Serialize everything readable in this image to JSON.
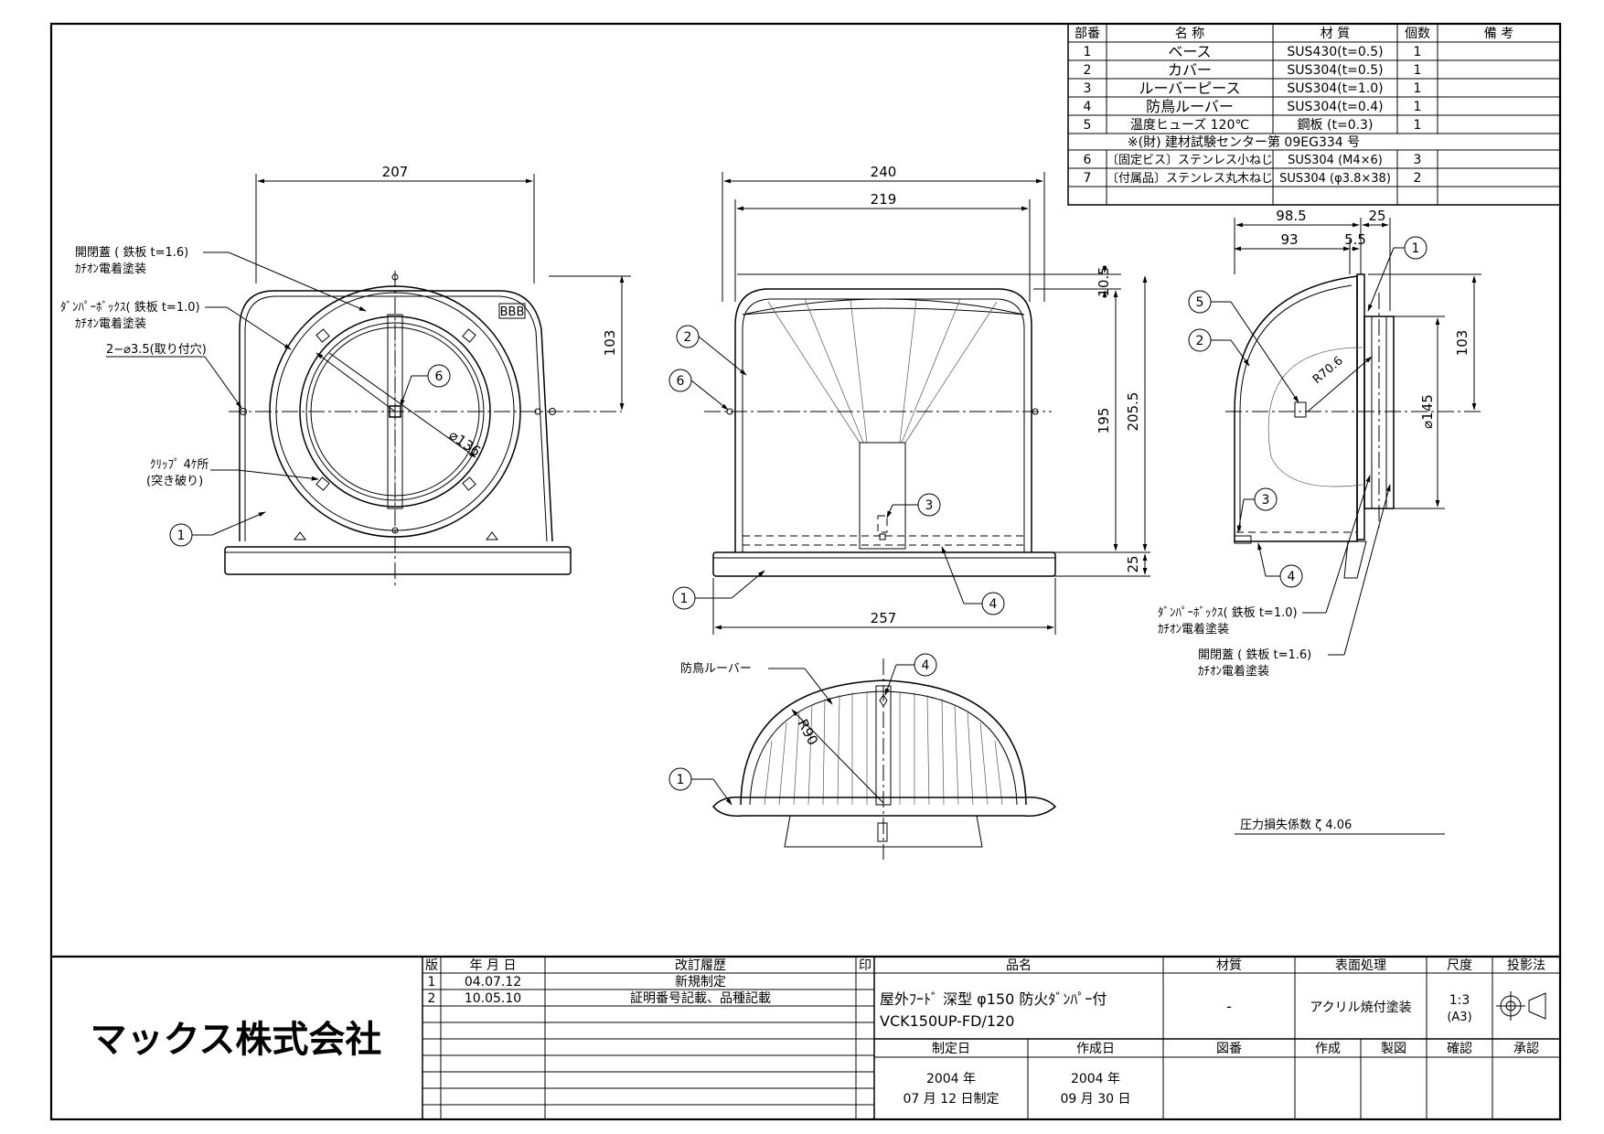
{
  "parts_table": {
    "headers": [
      "部番",
      "名 称",
      "材 質",
      "個数",
      "備 考"
    ],
    "rows": [
      {
        "no": "1",
        "name": "ベース",
        "material": "SUS430(t=0.5)",
        "qty": "1",
        "note": ""
      },
      {
        "no": "2",
        "name": "カバー",
        "material": "SUS304(t=0.5)",
        "qty": "1",
        "note": ""
      },
      {
        "no": "3",
        "name": "ルーバーピース",
        "material": "SUS304(t=1.0)",
        "qty": "1",
        "note": ""
      },
      {
        "no": "4",
        "name": "防鳥ルーバー",
        "material": "SUS304(t=0.4)",
        "qty": "1",
        "note": ""
      },
      {
        "no": "5",
        "name": "温度ヒューズ 120℃",
        "material": "鋼板 (t=0.3)",
        "qty": "1",
        "note": ""
      }
    ],
    "certification": "※(財) 建材試験センター第 09EG334 号",
    "rows2": [
      {
        "no": "6",
        "name": "〔固定ビス〕ステンレス小ねじ",
        "material": "SUS304 (M4×6)",
        "qty": "3",
        "note": ""
      },
      {
        "no": "7",
        "name": "〔付属品〕ステンレス丸木ねじ",
        "material": "SUS304 (φ3.8×38)",
        "qty": "2",
        "note": ""
      }
    ]
  },
  "front_view": {
    "dim_width": "207",
    "dim_height": "103",
    "dim_diameter": "⌀136",
    "label_lid_1": "開閉蓋 ( 鉄板 t=1.6)",
    "label_lid_2": "ｶﾁｵﾝ電着塗装",
    "label_damper_1": "ﾀﾞﾝﾊﾟｰﾎﾞｯｸｽ( 鉄板 t=1.0)",
    "label_damper_2": "ｶﾁｵﾝ電着塗装",
    "label_holes": "2−⌀3.5(取り付穴)",
    "label_clip_1": "ｸﾘｯﾌﾟ 4ｹ所",
    "label_clip_2": "(突き破り)",
    "label_box": "BBB",
    "balloon_6": "6",
    "balloon_1": "1"
  },
  "side_view": {
    "dim_240": "240",
    "dim_219": "219",
    "dim_10_5": "10.5",
    "dim_195": "195",
    "dim_205_5": "205.5",
    "dim_25": "25",
    "dim_257": "257",
    "balloon_2": "2",
    "balloon_6": "6",
    "balloon_3": "3",
    "balloon_1": "1",
    "balloon_4": "4"
  },
  "right_view": {
    "dim_98_5": "98.5",
    "dim_25": "25",
    "dim_93": "93",
    "dim_5_5": "5.5",
    "dim_103": "103",
    "dim_145": "⌀145",
    "dim_r70": "R70.6",
    "balloon_1": "1",
    "balloon_5": "5",
    "balloon_2": "2",
    "balloon_3": "3",
    "balloon_4": "4",
    "label_damper_1": "ﾀﾞﾝﾊﾟｰﾎﾞｯｸｽ( 鉄板 t=1.0)",
    "label_damper_2": "ｶﾁｵﾝ電着塗装",
    "label_lid_1": "開閉蓋 ( 鉄板 t=1.6)",
    "label_lid_2": "ｶﾁｵﾝ電着塗装"
  },
  "bottom_view": {
    "label_louver": "防鳥ルーバー",
    "dim_r90": "R90",
    "balloon_4": "4",
    "balloon_1": "1"
  },
  "pressure": "圧力損失係数 ζ   4.06",
  "title_block": {
    "company": "マックス株式会社",
    "rev_headers": [
      "版",
      "年 月 日",
      "改訂履歴",
      "印"
    ],
    "revisions": [
      {
        "ver": "1",
        "date": "04.07.12",
        "desc": "新規制定"
      },
      {
        "ver": "2",
        "date": "10.05.10",
        "desc": "証明番号記載、品種記載"
      }
    ],
    "product_label": "品名",
    "product_name": "屋外ﾌｰﾄﾞ 深型 φ150 防火ﾀﾞﾝﾊﾟｰ付",
    "product_code": "VCK150UP-FD/120",
    "material_label": "材質",
    "material_value": "-",
    "surface_label": "表面処理",
    "surface_value": "アクリル焼付塗装",
    "scale_label": "尺度",
    "scale_value": "1:3",
    "scale_paper": "(A3)",
    "projection_label": "投影法",
    "established_label": "制定日",
    "established_year": "2004 年",
    "established_date": "07 月 12 日制定",
    "created_label": "作成日",
    "created_year": "2004 年",
    "created_date": "09 月 30 日",
    "drawing_no_label": "図番",
    "made_label": "作成",
    "drawn_label": "製図",
    "checked_label": "確認",
    "approved_label": "承認"
  }
}
